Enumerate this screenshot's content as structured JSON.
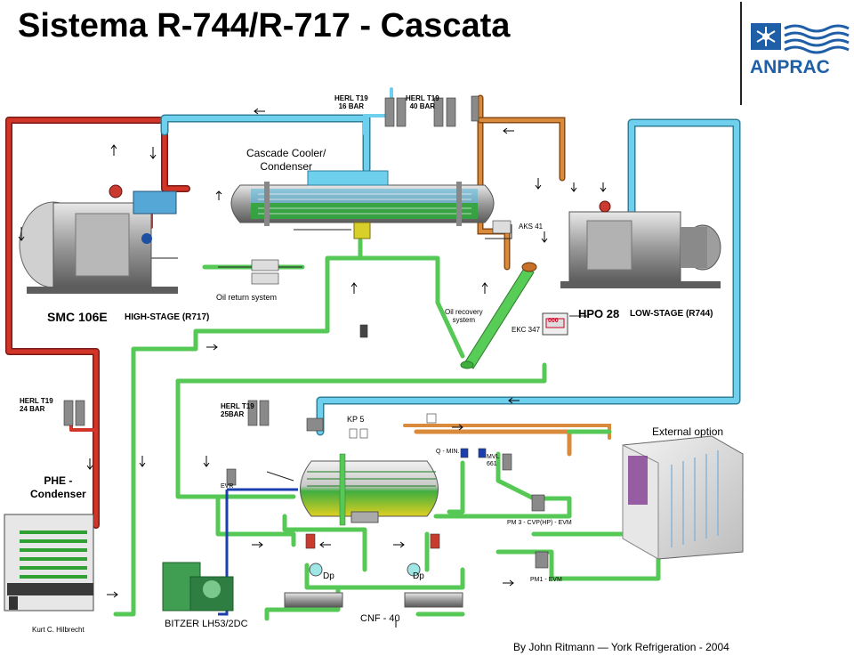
{
  "title": "Sistema R-744/R-717 - Cascata",
  "logo": {
    "text": "ANPRAC",
    "icon": "snowflake-waves-icon",
    "color": "#1f5fa8"
  },
  "labels": {
    "herl_16": "HERL T19\n16 BAR",
    "herl_40": "HERL T19\n40 BAR",
    "cascade": "Cascade Cooler/\nCondenser",
    "aks": "AKS 41",
    "oil_return": "Oil return system",
    "smc": "SMC 106E",
    "high_stage": "HIGH-STAGE (R717)",
    "oil_recovery": "Oil recovery\nsystem",
    "ekc": "EKC 347",
    "ekc_display": "000",
    "hpo": "HPO 28",
    "low_stage": "LOW-STAGE (R744)",
    "herl_24": "HERL T19\n24 BAR",
    "herl_25": "HERL T19\n25BAR",
    "kp5": "KP 5",
    "external": "External option",
    "qmin": "Q - MIN.",
    "mvl": "MVL\n661",
    "phe": "PHE -\nCondenser",
    "evr": "EVR",
    "pm3": "PM 3 - CVP(HP) - EVM",
    "pm1": "PM1 - EVM",
    "dp1": "Dp",
    "dp2": "Dp",
    "kurt": "Kurt C. Hilbrecht",
    "bitzer": "BITZER LH53/2DC",
    "cnf": "CNF - 40",
    "credit": "By John Ritmann — York Refrigeration - 2004"
  },
  "colors": {
    "ammonia_discharge": "#c0281f",
    "co2_suction": "#5bbfe0",
    "liquid": "#4fcf4f",
    "oil": "#c7702a",
    "water": "#1c3fb0",
    "vessel": "#d8d8d8"
  }
}
